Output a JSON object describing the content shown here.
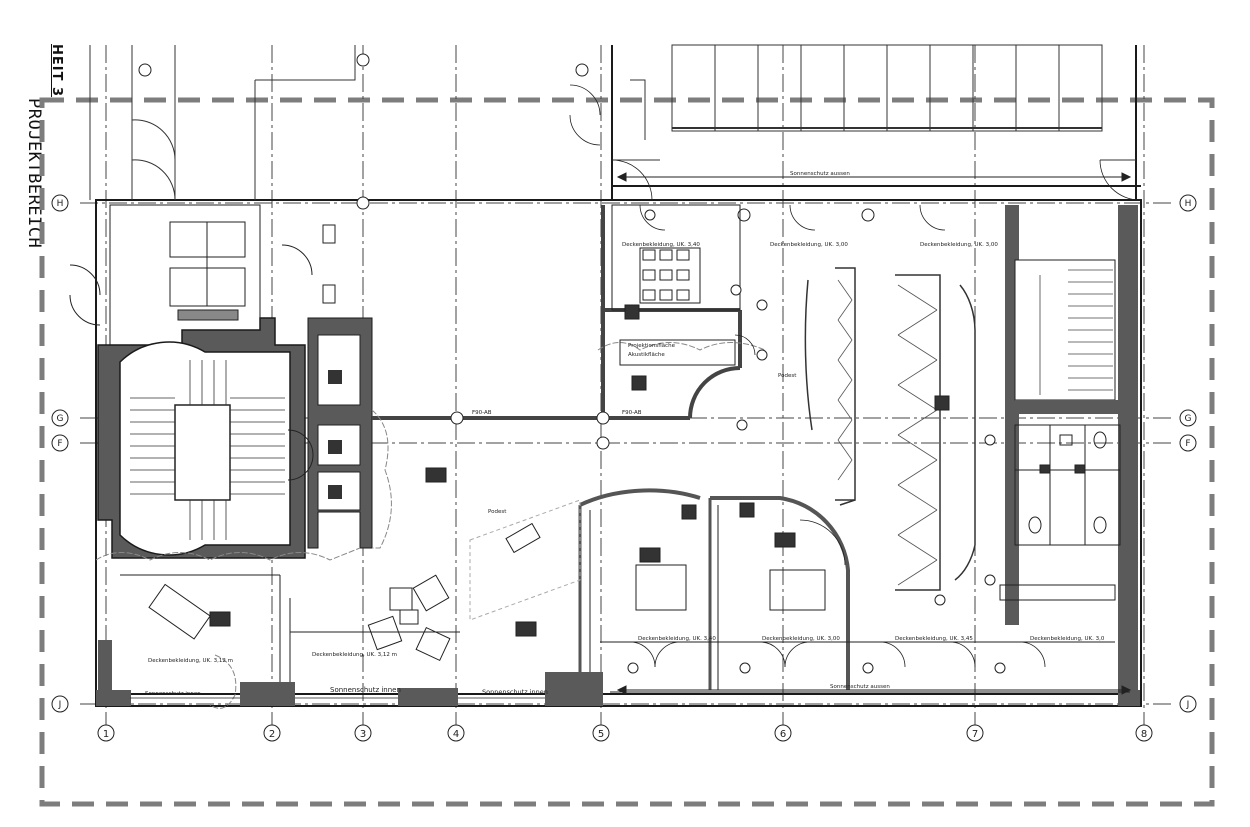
{
  "sheet": {
    "label": "HEIT 3",
    "area": "PROJEKTBEREICH"
  },
  "grid": {
    "columns": [
      "1",
      "2",
      "3",
      "4",
      "5",
      "6",
      "7",
      "8"
    ],
    "rows_left": [
      "H",
      "G",
      "F",
      "J"
    ],
    "rows_right": [
      "H",
      "G",
      "F",
      "J"
    ]
  },
  "labels": {
    "sonnenschutz_aussen_top": "Sonnenschutz aussen",
    "sonnenschutz_aussen_bottom": "Sonnenschutz aussen",
    "sonnenschutz_innen_1": "Sonnenschutz innen",
    "sonnenschutz_innen_2": "Sonnenschutz innen",
    "sonnenschutz_innen_3": "Sonnenschutz innen",
    "deckenbekl_1": "Deckenbekleidung, UK. 3,40",
    "deckenbekl_2": "Deckenbekleidung, UK. 3,00",
    "deckenbekl_3": "Deckenbekleidung, UK. 3,00",
    "deckenbekl_4": "Deckenbekleidung, UK. 3,12 m",
    "deckenbekl_5": "Deckenbekleidung, UK. 3,12 m",
    "deckenbekl_6": "Deckenbekleidung, UK. 3,40",
    "deckenbekl_7": "Deckenbekleidung, UK. 3,00",
    "deckenbekl_8": "Deckenbekleidung, UK. 3,45",
    "deckenbekl_9": "Deckenbekleidung, UK. 3,0",
    "projektionsflaeche": "Projektionsfläche",
    "akustikfl": "Akustikfläche",
    "f90ab_1": "F90-AB",
    "f90ab_2": "F90-AB",
    "podest": "Podest",
    "podest_2": "Podest"
  },
  "colors": {
    "line": "#1a1a1a",
    "wall_fill": "#5a5a5a",
    "project_boundary": "#7d7d7d",
    "background": "#ffffff"
  }
}
